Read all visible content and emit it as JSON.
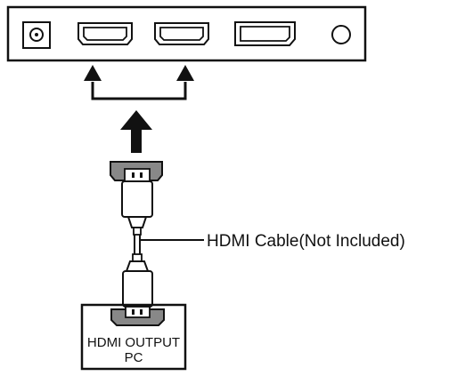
{
  "diagram": {
    "cable_label": "HDMI Cable(Not Included)",
    "pc_label_line1": "HDMI OUTPUT",
    "pc_label_line2": "PC"
  },
  "colors": {
    "stroke": "#111111",
    "port_fill": "#888888",
    "background": "#ffffff"
  },
  "monitor_ports": [
    "power-dc-jack",
    "hdmi-port-1",
    "hdmi-port-2",
    "displayport",
    "audio-jack"
  ]
}
